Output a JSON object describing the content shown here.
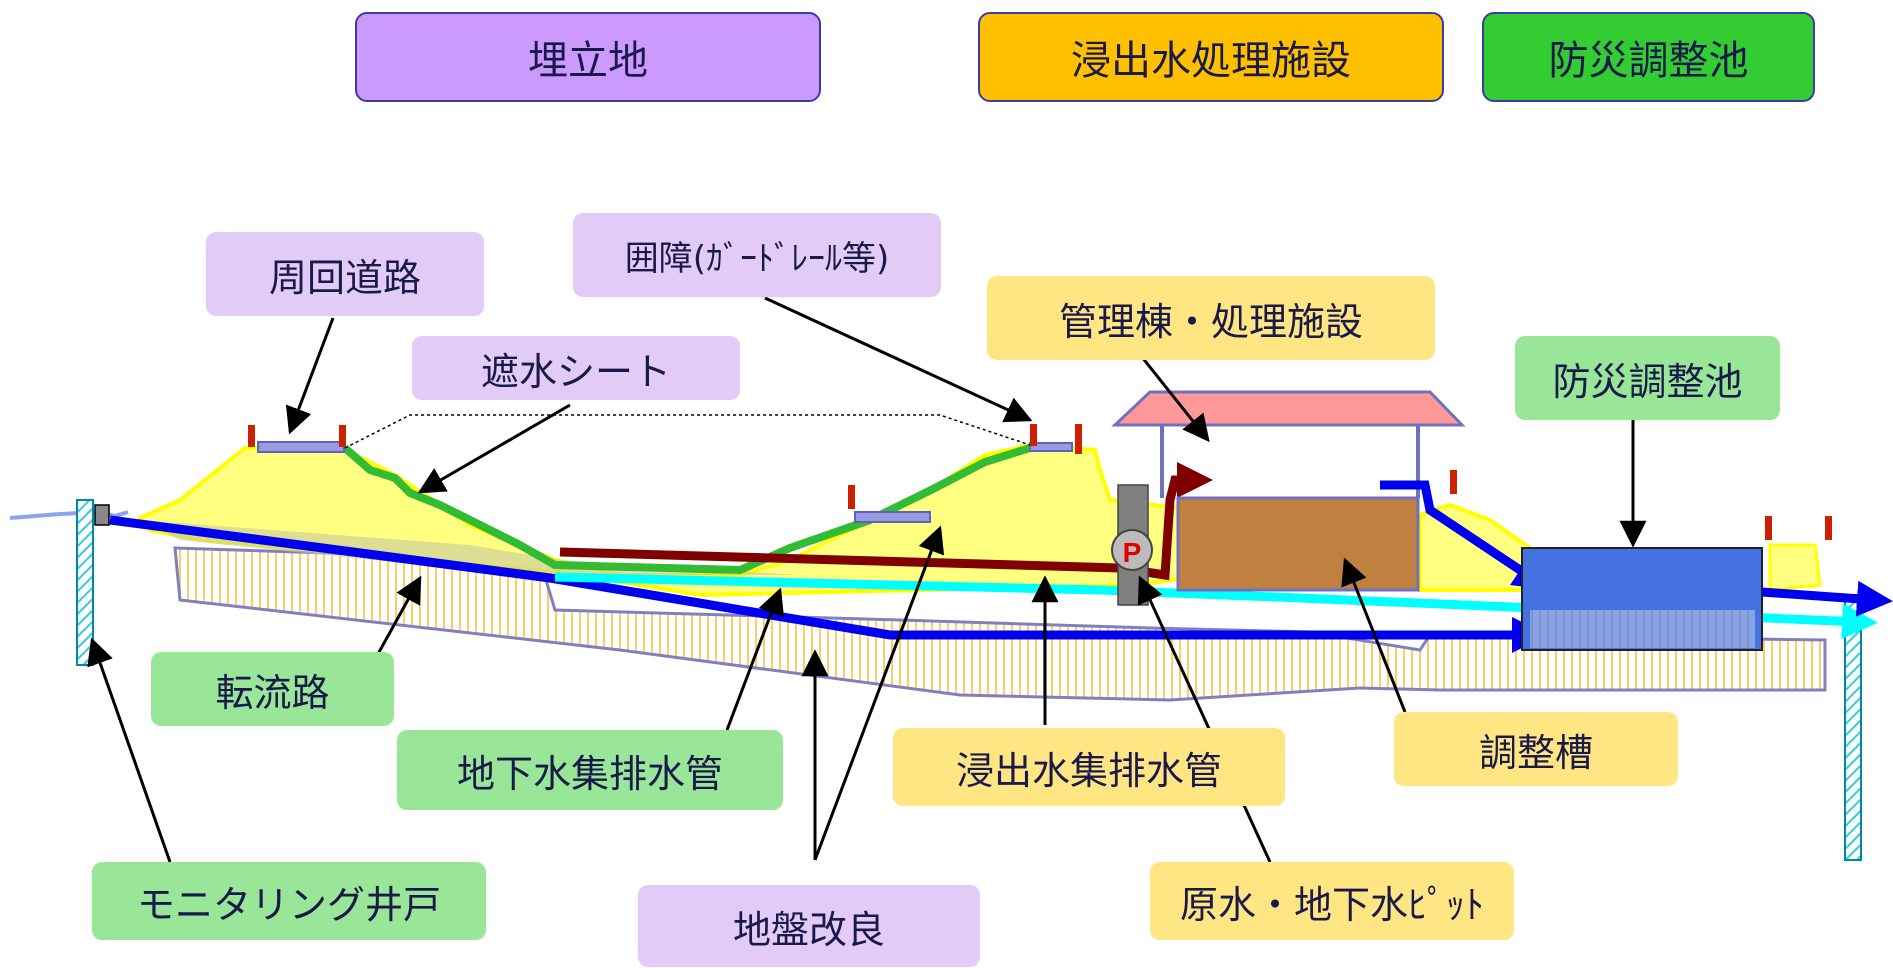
{
  "headers": {
    "landfill": "埋立地",
    "leachate_facility": "浸出水処理施設",
    "disaster_pond": "防災調整池"
  },
  "labels": {
    "perimeter_road": "周回道路",
    "fence": "囲障(ｶﾞｰﾄﾞﾚｰﾙ等)",
    "liner_sheet": "遮水シート",
    "management_building": "管理棟・処理施設",
    "disaster_pond": "防災調整池",
    "diversion_channel": "転流路",
    "groundwater_pipe": "地下水集排水管",
    "leachate_pipe": "浸出水集排水管",
    "adjustment_tank": "調整槽",
    "monitoring_well": "モニタリング井戸",
    "ground_improvement": "地盤改良",
    "raw_water_pit": "原水・地下水ﾋﾟｯﾄ",
    "pump_mark": "P"
  },
  "colors": {
    "header_purple": "#cc99ff",
    "header_orange": "#ffc000",
    "header_green": "#33cc33",
    "label_purple": "#e2ccf7",
    "label_yellow": "#ffe682",
    "label_green": "#99e699",
    "mound_fill": "#ffff80",
    "mound_edge": "#ffff00",
    "liner_green": "#33bb33",
    "leachate_pipe": "#800000",
    "groundwater_pipe": "#0000ee",
    "underdrain_cyan": "#00ffff",
    "pond_blue": "#4472e0",
    "tank_brown": "#c08040",
    "roof_pink": "#ff9999",
    "ground_hatch": "#ffcc66"
  }
}
